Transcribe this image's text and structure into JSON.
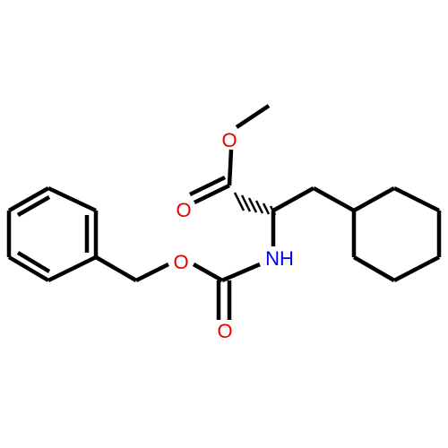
{
  "molecule": {
    "atoms": {
      "ester_oxygen": {
        "symbol": "O",
        "color": "#e60000"
      },
      "carbonyl_oxygen_ester": {
        "symbol": "O",
        "color": "#e60000"
      },
      "amine_nitrogen": {
        "symbol": "NH",
        "color": "#0000e6"
      },
      "carbamate_oxygen": {
        "symbol": "O",
        "color": "#e60000"
      },
      "carbonyl_oxygen_carbamate": {
        "symbol": "O",
        "color": "#e60000"
      }
    },
    "bond_color": "#000000"
  }
}
